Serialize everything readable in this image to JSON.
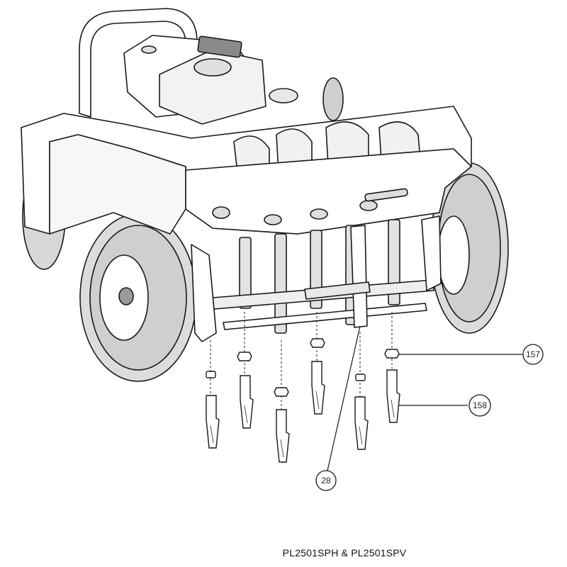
{
  "callouts": [
    {
      "id": "c157",
      "label": "157"
    },
    {
      "id": "c158",
      "label": "158"
    },
    {
      "id": "c28",
      "label": "28"
    }
  ],
  "caption": "PL2501SPH & PL2501SPV",
  "colors": {
    "line": "#1a1a1a",
    "fill": "#ffffff",
    "shade": "#e6e6e6",
    "dark": "#6b6b6b"
  }
}
